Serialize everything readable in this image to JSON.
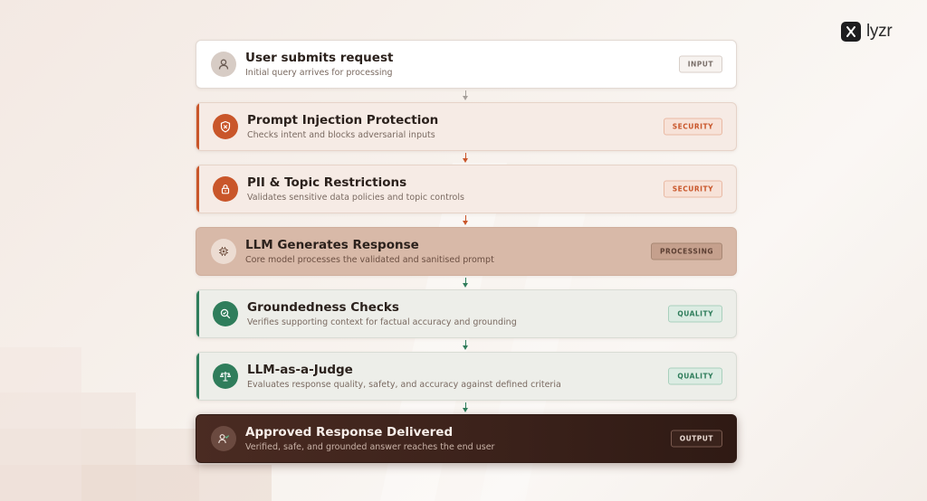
{
  "brand": {
    "name": "lyzr"
  },
  "colors": {
    "security": "#c9562a",
    "quality": "#2f7d5b",
    "processing_bg": "#d8b7a6",
    "output_bg": "#3d221b",
    "neutral": "#a6a09b"
  },
  "steps": [
    {
      "title": "User submits request",
      "subtitle": "Initial query arrives for processing",
      "badge": "INPUT",
      "icon": "user-icon"
    },
    {
      "title": "Prompt Injection Protection",
      "subtitle": "Checks intent and blocks adversarial inputs",
      "badge": "SECURITY",
      "icon": "shield-x-icon"
    },
    {
      "title": "PII & Topic Restrictions",
      "subtitle": "Validates sensitive data policies and topic controls",
      "badge": "SECURITY",
      "icon": "lock-icon"
    },
    {
      "title": "LLM Generates Response",
      "subtitle": "Core model processes the validated and sanitised prompt",
      "badge": "PROCESSING",
      "icon": "cpu-icon"
    },
    {
      "title": "Groundedness Checks",
      "subtitle": "Verifies supporting context for factual accuracy and grounding",
      "badge": "QUALITY",
      "icon": "search-check-icon"
    },
    {
      "title": "LLM-as-a-Judge",
      "subtitle": "Evaluates response quality, safety, and accuracy against defined criteria",
      "badge": "QUALITY",
      "icon": "scale-icon"
    },
    {
      "title": "Approved Response Delivered",
      "subtitle": "Verified, safe, and grounded answer reaches the end user",
      "badge": "OUTPUT",
      "icon": "user-check-icon"
    }
  ]
}
